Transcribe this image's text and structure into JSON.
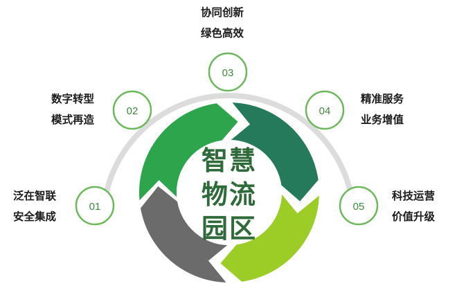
{
  "diagram": {
    "center": {
      "line1": "智慧",
      "line2": "物流",
      "line3": "园区"
    },
    "nodes": [
      {
        "num": "01",
        "line1": "泛在智联",
        "line2": "安全集成"
      },
      {
        "num": "02",
        "line1": "数字转型",
        "line2": "模式再造"
      },
      {
        "num": "03",
        "line1": "协同创新",
        "line2": "绿色高效"
      },
      {
        "num": "04",
        "line1": "精准服务",
        "line2": "业务增值"
      },
      {
        "num": "05",
        "line1": "科技运营",
        "line2": "价值升级"
      }
    ],
    "colors": {
      "track": "#dcdcdc",
      "node_border": "#6bb85a",
      "node_text": "#3c8a3a",
      "ring_segments": [
        "#2ca54c",
        "#247a5a",
        "#9bcd26",
        "#6b6b6b"
      ],
      "center_text": "#2f6b3a"
    }
  }
}
